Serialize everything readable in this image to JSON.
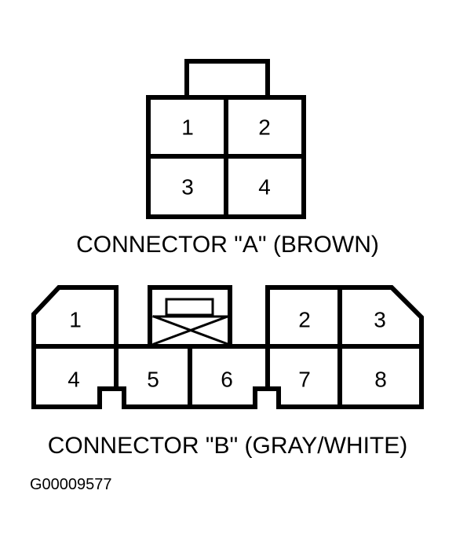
{
  "connector_a": {
    "label": "CONNECTOR \"A\" (BROWN)",
    "pins": [
      "1",
      "2",
      "3",
      "4"
    ]
  },
  "connector_b": {
    "label": "CONNECTOR \"B\" (GRAY/WHITE)",
    "pins": [
      "1",
      "2",
      "3",
      "4",
      "5",
      "6",
      "7",
      "8"
    ]
  },
  "figure_code": "G00009577"
}
